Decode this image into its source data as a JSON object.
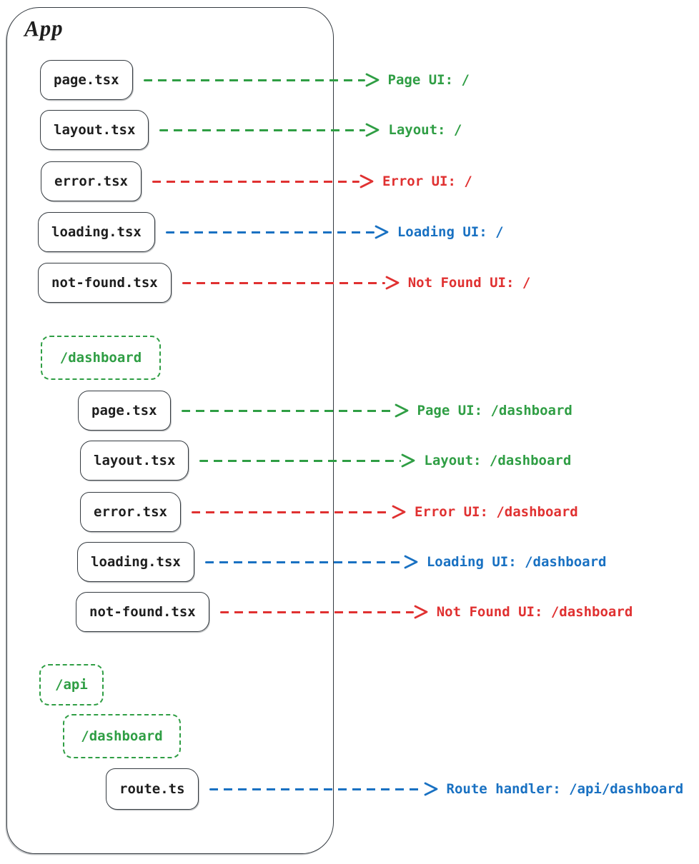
{
  "title": "App",
  "palette": {
    "green": "#2f9e44",
    "red": "#e03131",
    "blue": "#1971c2",
    "box_border": "#343a40",
    "box_text": "#1e1e1e",
    "background": "#ffffff"
  },
  "root_files": [
    {
      "file": "page.tsx",
      "annotation": "Page UI: /",
      "color": "green"
    },
    {
      "file": "layout.tsx",
      "annotation": "Layout: /",
      "color": "green"
    },
    {
      "file": "error.tsx",
      "annotation": "Error UI: /",
      "color": "red"
    },
    {
      "file": "loading.tsx",
      "annotation": "Loading UI: /",
      "color": "blue"
    },
    {
      "file": "not-found.tsx",
      "annotation": "Not Found UI: /",
      "color": "red"
    }
  ],
  "dashboard_section": {
    "folder": "/dashboard",
    "files": [
      {
        "file": "page.tsx",
        "annotation": "Page UI: /dashboard",
        "color": "green"
      },
      {
        "file": "layout.tsx",
        "annotation": "Layout: /dashboard",
        "color": "green"
      },
      {
        "file": "error.tsx",
        "annotation": "Error UI: /dashboard",
        "color": "red"
      },
      {
        "file": "loading.tsx",
        "annotation": "Loading UI: /dashboard",
        "color": "blue"
      },
      {
        "file": "not-found.tsx",
        "annotation": "Not Found UI: /dashboard",
        "color": "red"
      }
    ]
  },
  "api_section": {
    "folder": "/api",
    "subfolder": "/dashboard",
    "files": [
      {
        "file": "route.ts",
        "annotation": "Route handler: /api/dashboard",
        "color": "blue"
      }
    ]
  }
}
